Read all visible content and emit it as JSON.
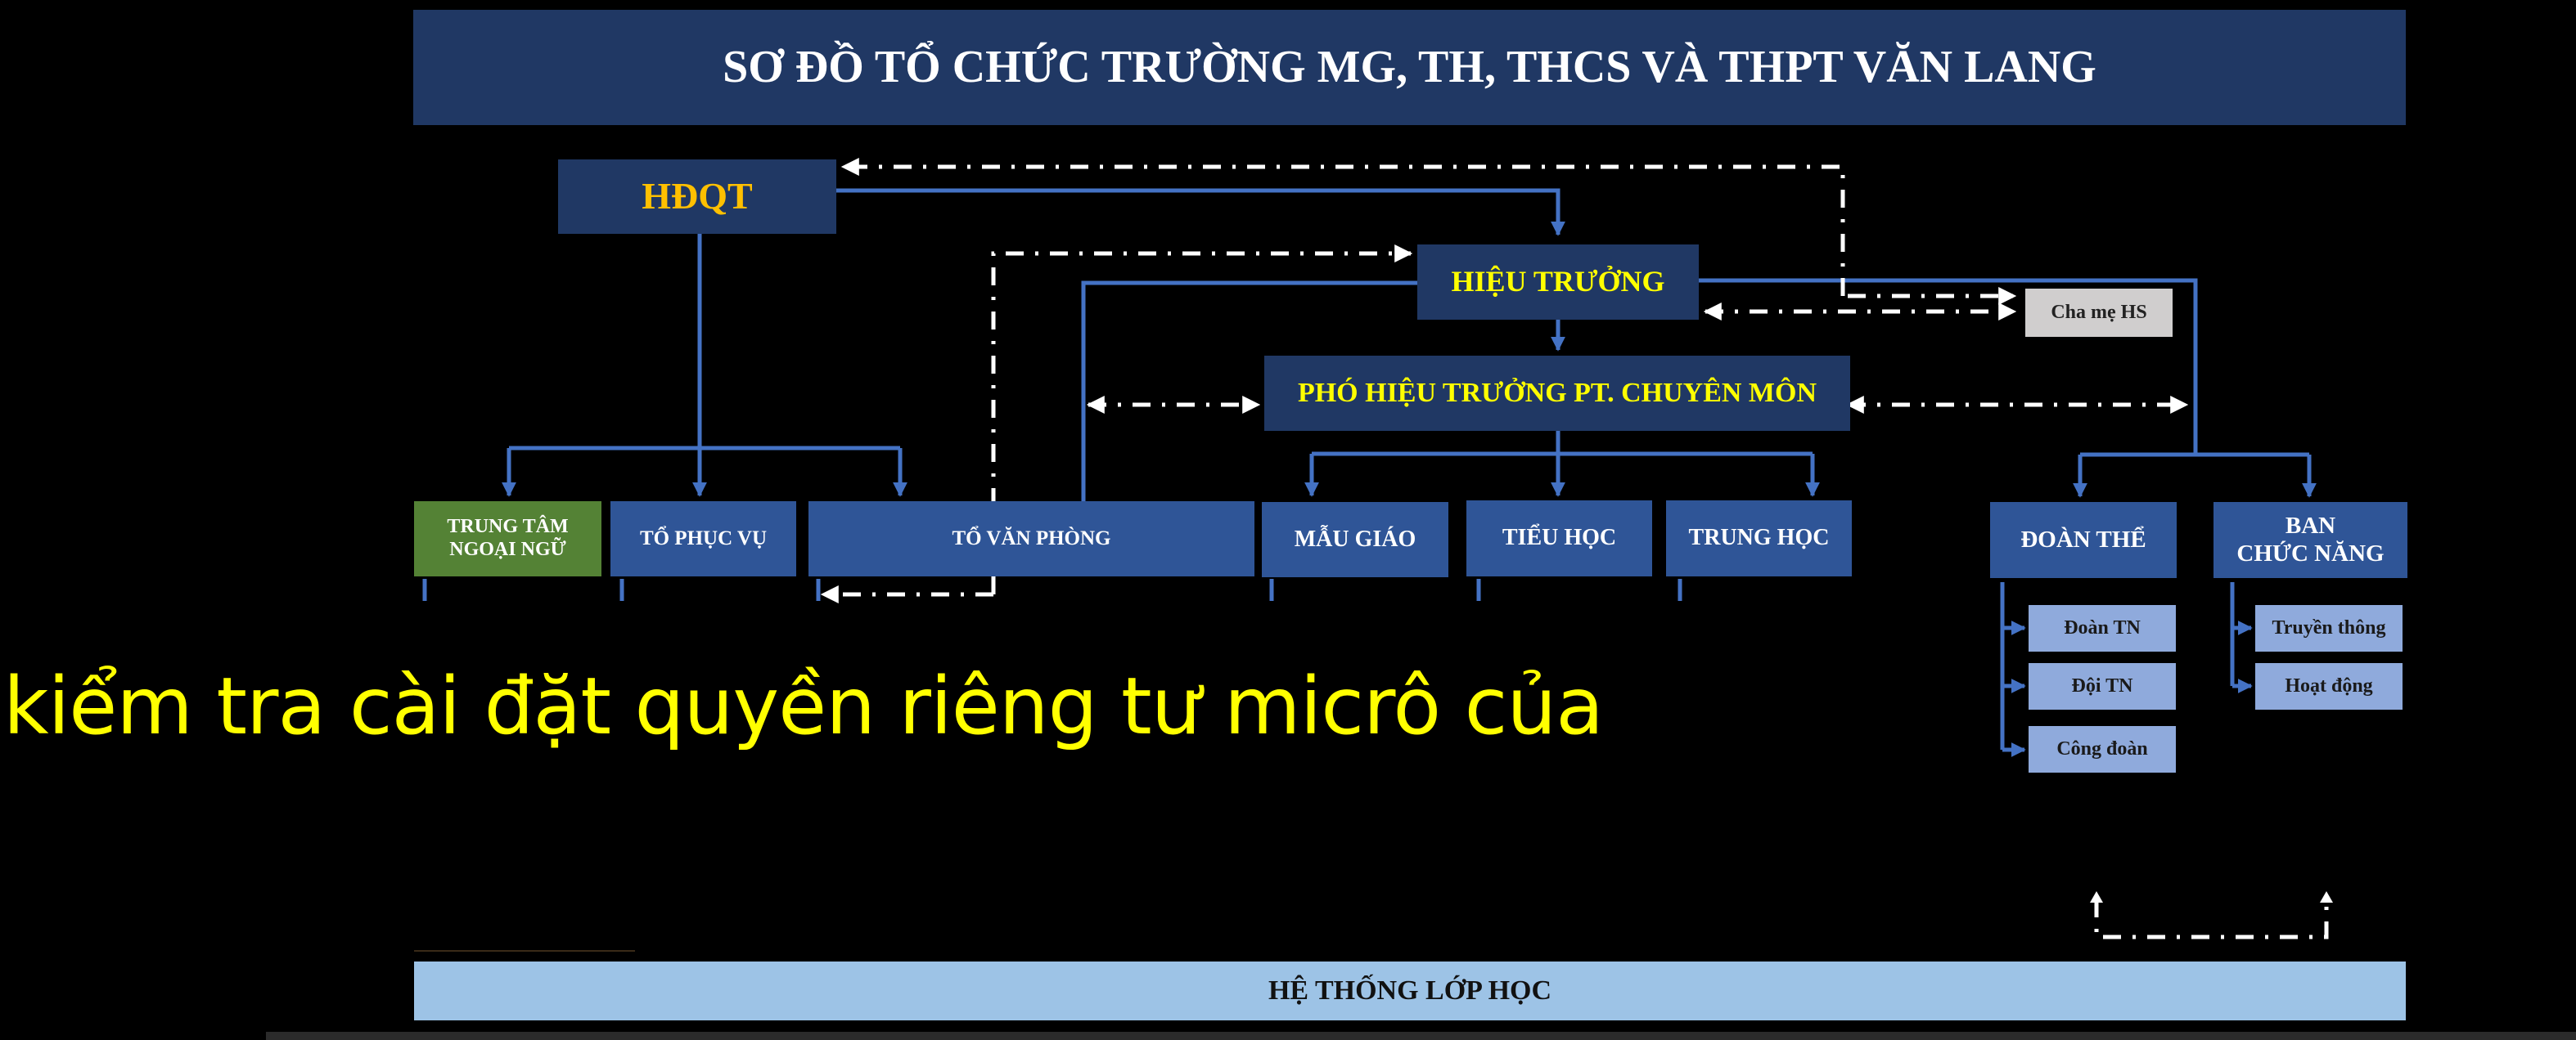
{
  "title": "SƠ ĐỒ TỔ CHỨC TRƯỜNG MG, TH, THCS VÀ THPT VĂN LANG",
  "nodes": {
    "hdqt": "HĐQT",
    "hieu_truong": "HIỆU TRƯỞNG",
    "cha_me_hs": "Cha mẹ HS",
    "pho_hieu_truong": "PHÓ HIỆU TRƯỞNG PT. CHUYÊN MÔN",
    "trung_tam_ngoai_ngu": [
      "TRUNG TÂM",
      "NGOẠI NGỮ"
    ],
    "to_phuc_vu": "TỔ PHỤC VỤ",
    "to_van_phong": "TỔ VĂN PHÒNG",
    "mau_giao": "MẪU GIÁO",
    "tieu_hoc": "TIỂU HỌC",
    "trung_hoc": "TRUNG HỌC",
    "doan_the": "ĐOÀN THỂ",
    "ban_chuc_nang": [
      "BAN",
      "CHỨC NĂNG"
    ],
    "doan_the_children": [
      "Đoàn TN",
      "Đội TN",
      "Công đoàn"
    ],
    "ban_chuc_nang_children": [
      "Truyền thông",
      "Hoạt động"
    ],
    "he_thong_lop_hoc": "HỆ THỐNG LỚP HỌC"
  },
  "caption": "kiểm tra cài đặt quyền riêng tư micrô của",
  "colors": {
    "dark_blue": "#203864",
    "mid_blue": "#2F5597",
    "light_blue": "#8FAADC",
    "pale_blue": "#9DC3E6",
    "green": "#548235",
    "gray": "#D0CECE",
    "connector": "#4472C4",
    "dashed": "#FFFFFF",
    "highlight_yellow": "#FFFF00",
    "gold": "#FFC000"
  }
}
